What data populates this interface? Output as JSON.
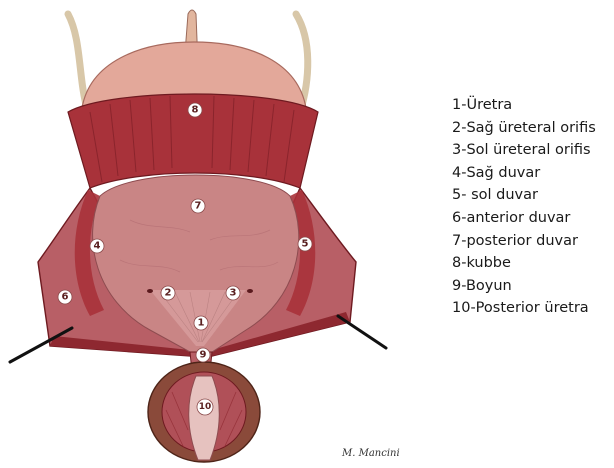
{
  "legend": [
    "1-Üretra",
    "2-Sağ üreteral orifis",
    "3-Sol üreteral orifis",
    "4-Sağ duvar",
    "5- sol duvar",
    "6-anterior duvar",
    "7-posterior duvar",
    "8-kubbe",
    "9-Boyun",
    "10-Posterior üretra"
  ],
  "markers": [
    "1",
    "2",
    "3",
    "4",
    "5",
    "6",
    "7",
    "8",
    "9",
    "10"
  ],
  "signature": "M. Mancini",
  "colors": {
    "mucosa": "#c98585",
    "muscle": "#a8323a",
    "muscle_dark": "#7e1f27",
    "dome_peritoneum": "#e3a89a",
    "outer_wall": "#b85f66",
    "prostate": "#8a4a3a"
  }
}
